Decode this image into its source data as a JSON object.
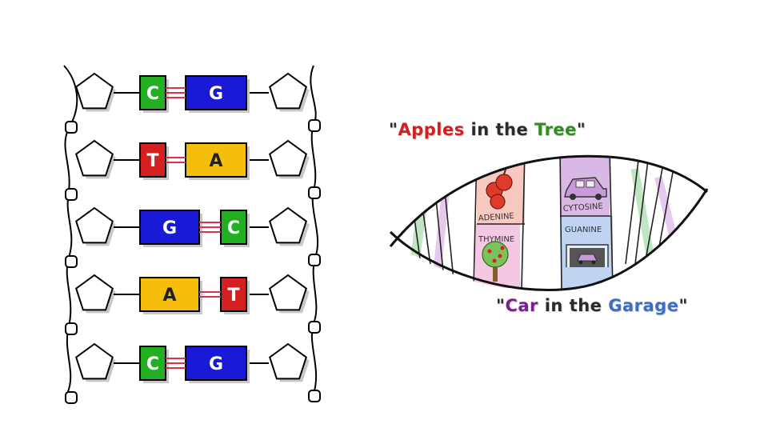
{
  "ladder": {
    "pairs": [
      {
        "left": "C",
        "right": "G"
      },
      {
        "left": "T",
        "right": "A"
      },
      {
        "left": "G",
        "right": "C"
      },
      {
        "left": "A",
        "right": "T"
      },
      {
        "left": "C",
        "right": "G"
      }
    ],
    "base_colors": {
      "C": "#22b022",
      "G": "#1a1ad6",
      "T": "#d42020",
      "A": "#f5be0b"
    },
    "bond_color": "#e0304a"
  },
  "helix": {
    "labels": {
      "adenine": "ADENINE",
      "thymine": "THYMINE",
      "cytosine": "CYTOSINE",
      "guanine": "GUANINE"
    },
    "colors": {
      "adenine": "#f7c9c0",
      "thymine": "#f4c7e3",
      "cytosine": "#d9b8e6",
      "guanine": "#bfd3f2"
    }
  },
  "mnemonic_top": {
    "quote_open": "\"",
    "word1": "Apples",
    "mid": " in the ",
    "word2": "Tree",
    "quote_close": "\""
  },
  "mnemonic_bottom": {
    "quote_open": "\"",
    "word1": "Car",
    "mid": " in the ",
    "word2": "Garage",
    "quote_close": "\""
  }
}
